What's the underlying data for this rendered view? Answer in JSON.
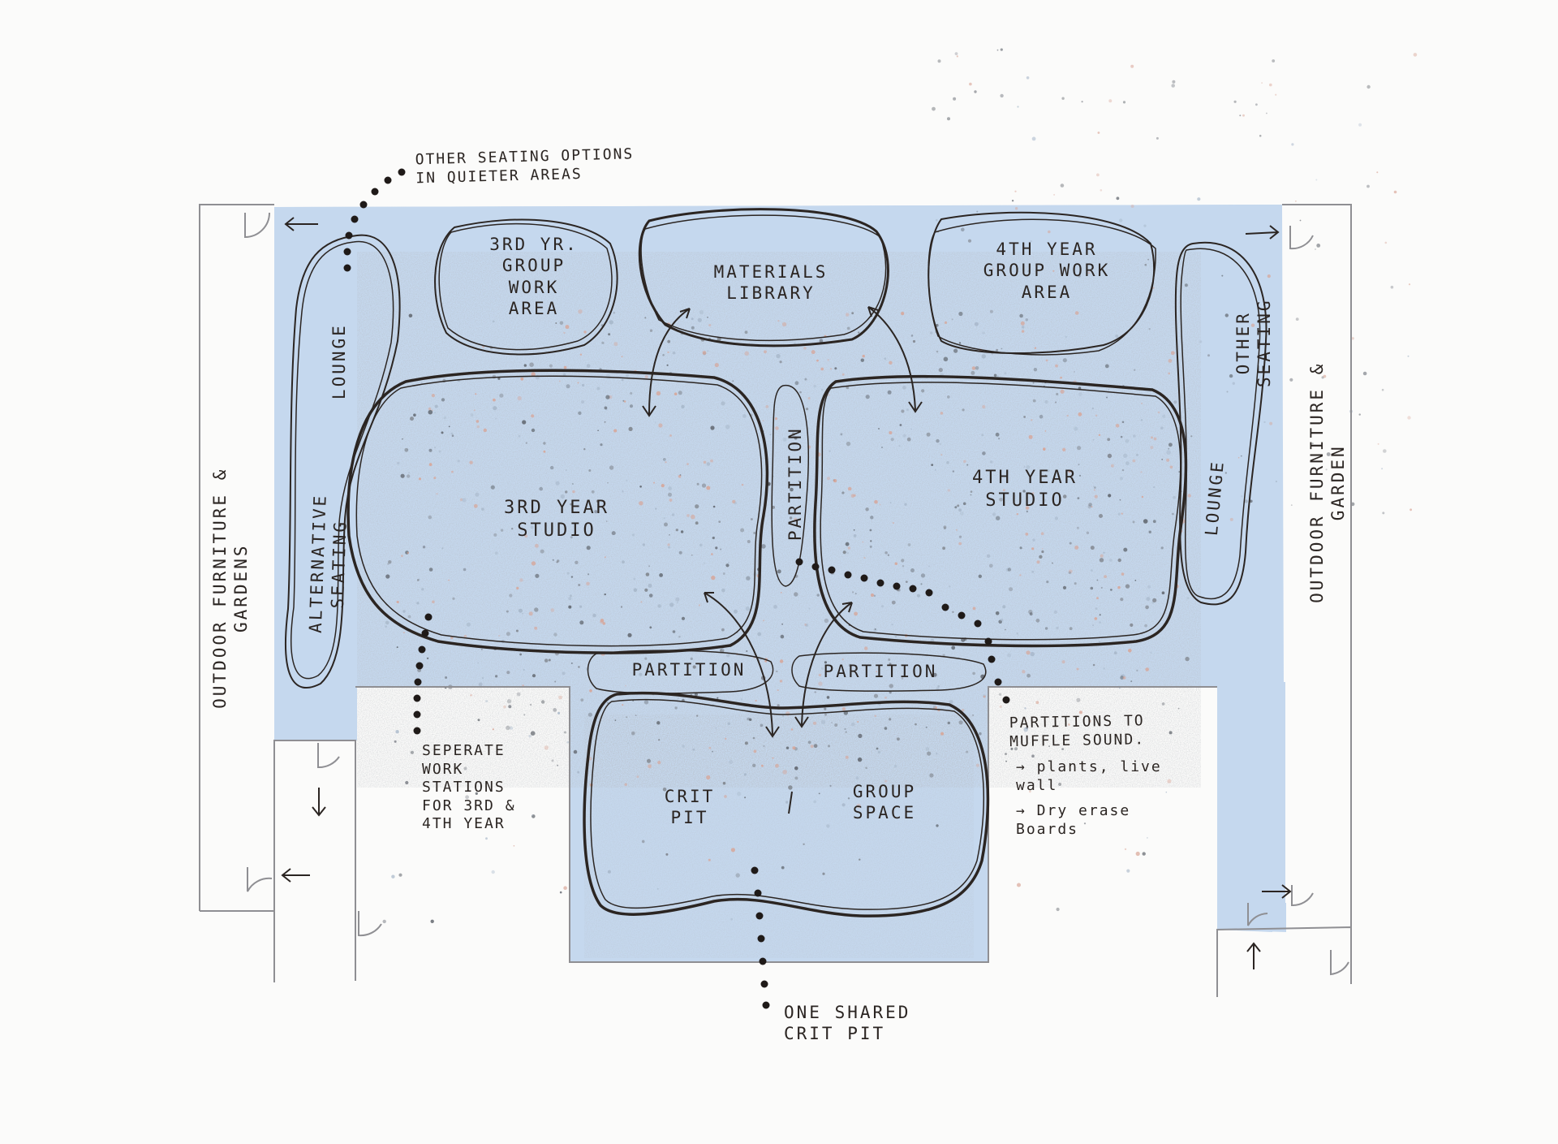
{
  "colors": {
    "paper": "#fbfbfa",
    "wash": "#bcd2ec",
    "ink": "#2b2522",
    "pencil": "#8f8f93",
    "speckle_gray": "#7b7f86",
    "speckle_pink": "#d8a394"
  },
  "labels": {
    "other_seating_note": "OTHER SEATING OPTIONS\nIN QUIETER AREAS",
    "third_group": "3RD YR.\nGROUP\nWORK\nAREA",
    "materials": "MATERIALS\nLIBRARY",
    "fourth_group": "4TH YEAR\nGROUP WORK\nAREA",
    "lounge_left": "LOUNGE",
    "alt_seating": "ALTERNATIVE SEATING",
    "other_seating": "OTHER\nSEATING",
    "lounge_right": "LOUNGE",
    "outdoor_left": "OUTDOOR FURNITURE & GARDENS",
    "outdoor_right": "OUTDOOR FURNITURE & GARDEN",
    "third_studio": "3RD YEAR\nSTUDIO",
    "partition_mid": "PARTITION",
    "fourth_studio": "4TH YEAR\nSTUDIO",
    "partition_left": "PARTITION",
    "partition_right": "PARTITION",
    "crit_pit": "CRIT\nPIT",
    "divider": "/",
    "group_space": "GROUP\nSPACE",
    "workstations_note": "SEPERATE\nWORK\nSTATIONS\nFOR 3RD &\n4TH YEAR",
    "partitions_note_title": "PARTITIONS TO\nMUFFLE SOUND.",
    "partitions_note_plants": "→ plants, live\n     wall",
    "partitions_note_boards": "→ Dry erase\n     Boards",
    "shared_note": "ONE SHARED\nCRIT PIT"
  }
}
